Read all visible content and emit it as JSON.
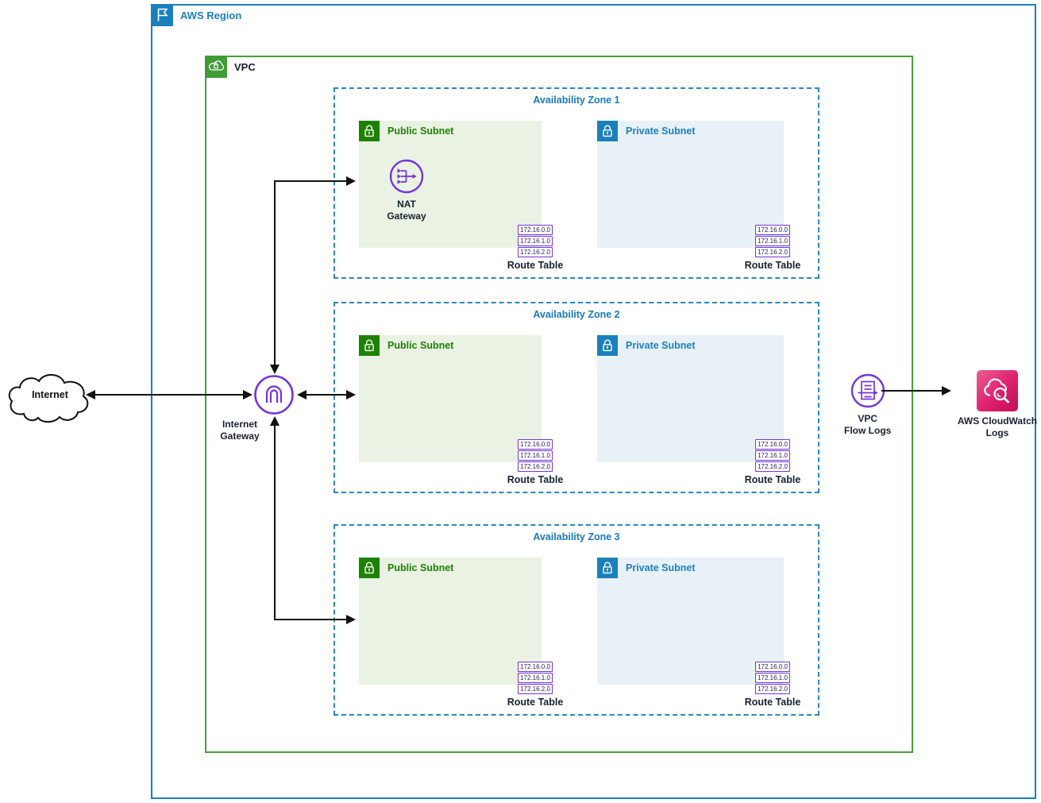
{
  "diagram": {
    "region_label": "AWS Region",
    "vpc_label": "VPC",
    "internet_label": "Internet",
    "internet_gateway_label": "Internet\nGateway",
    "nat_gateway_label": "NAT\nGateway",
    "vpc_flow_logs_label": "VPC\nFlow Logs",
    "cloudwatch_logs_label": "AWS CloudWatch\nLogs"
  },
  "azs": [
    {
      "label": "Availability Zone 1",
      "public": {
        "label": "Public Subnet",
        "route_entries": [
          "172.16.0.0",
          "172.16.1.0",
          "172.16.2.0"
        ],
        "route_table_label": "Route Table"
      },
      "private": {
        "label": "Private Subnet",
        "route_entries": [
          "172.16.0.0",
          "172.16.1.0",
          "172.16.2.0"
        ],
        "route_table_label": "Route Table"
      }
    },
    {
      "label": "Availability Zone 2",
      "public": {
        "label": "Public Subnet",
        "route_entries": [
          "172.16.0.0",
          "172.16.1.0",
          "172.16.2.0"
        ],
        "route_table_label": "Route Table"
      },
      "private": {
        "label": "Private Subnet",
        "route_entries": [
          "172.16.0.0",
          "172.16.1.0",
          "172.16.2.0"
        ],
        "route_table_label": "Route Table"
      }
    },
    {
      "label": "Availability Zone 3",
      "public": {
        "label": "Public Subnet",
        "route_entries": [
          "172.16.0.0",
          "172.16.1.0",
          "172.16.2.0"
        ],
        "route_table_label": "Route Table"
      },
      "private": {
        "label": "Private Subnet",
        "route_entries": [
          "172.16.0.0",
          "172.16.1.0",
          "172.16.2.0"
        ],
        "route_table_label": "Route Table"
      }
    }
  ],
  "colors": {
    "region_blue": "#1b7fbc",
    "az_dashed_blue": "#2a86c2",
    "vpc_green": "#47a038",
    "public_subnet_green": "#1d8102",
    "public_subnet_bg": "#eaf2e4",
    "private_subnet_blue": "#1b7fbc",
    "private_subnet_bg": "#e8f1f8",
    "icon_purple": "#7633dc",
    "cloudwatch_pink": "#dd1f6d",
    "arrow_black": "#111111"
  }
}
